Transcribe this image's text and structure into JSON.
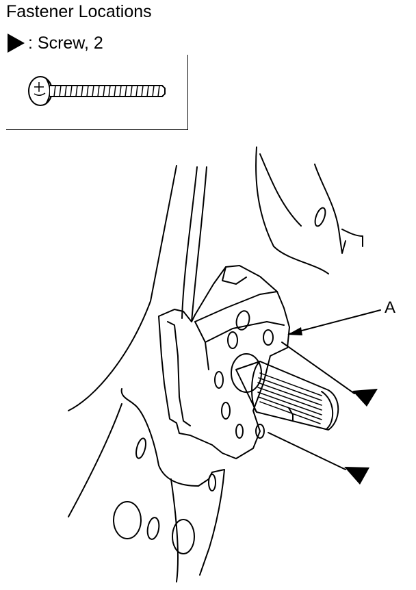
{
  "title": "Fastener Locations",
  "legend": {
    "label": ": Screw, 2",
    "icon": "screw-marker-triangle-icon"
  },
  "callouts": {
    "a": "A"
  },
  "colors": {
    "line": "#000000",
    "background": "#ffffff"
  }
}
